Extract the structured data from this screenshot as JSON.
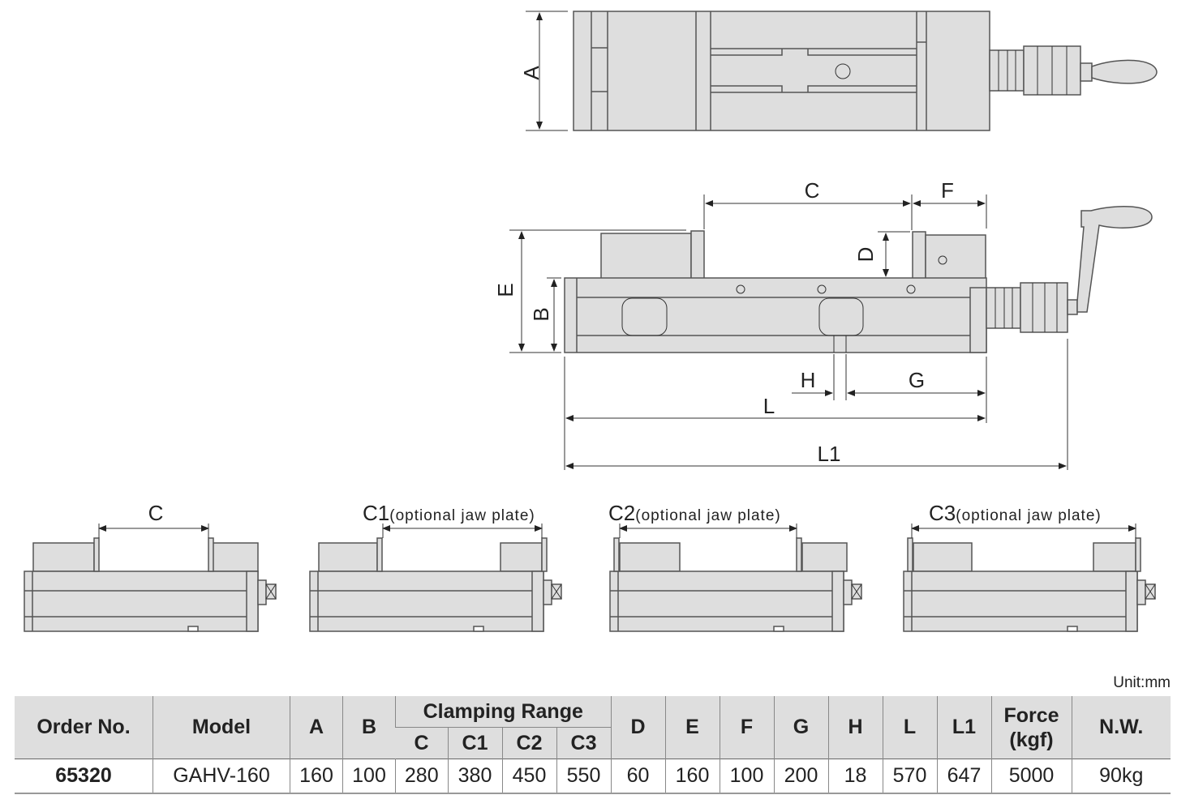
{
  "drawing": {
    "top_view": {
      "labels": {
        "a": "A"
      }
    },
    "side_view": {
      "labels": {
        "c": "C",
        "f": "F",
        "d": "D",
        "e": "E",
        "b": "B",
        "h": "H",
        "g": "G",
        "l": "L",
        "l1": "L1"
      }
    },
    "jaw_configs": [
      {
        "label": "C",
        "note": ""
      },
      {
        "label": "C1",
        "note": "(optional jaw plate)"
      },
      {
        "label": "C2",
        "note": "(optional jaw plate)"
      },
      {
        "label": "C3",
        "note": "(optional jaw plate)"
      }
    ]
  },
  "unit_note": "Unit:mm",
  "table": {
    "headers": {
      "order_no": "Order No.",
      "model": "Model",
      "a": "A",
      "b": "B",
      "clamping_range": "Clamping Range",
      "c": "C",
      "c1": "C1",
      "c2": "C2",
      "c3": "C3",
      "d": "D",
      "e": "E",
      "f": "F",
      "g": "G",
      "h": "H",
      "l": "L",
      "l1": "L1",
      "force": "Force",
      "force_unit": "(kgf)",
      "nw": "N.W."
    },
    "rows": [
      {
        "order_no": "65320",
        "model": "GAHV-160",
        "a": "160",
        "b": "100",
        "c": "280",
        "c1": "380",
        "c2": "450",
        "c3": "550",
        "d": "60",
        "e": "160",
        "f": "100",
        "g": "200",
        "h": "18",
        "l": "570",
        "l1": "647",
        "force": "5000",
        "nw": "90kg"
      }
    ]
  }
}
